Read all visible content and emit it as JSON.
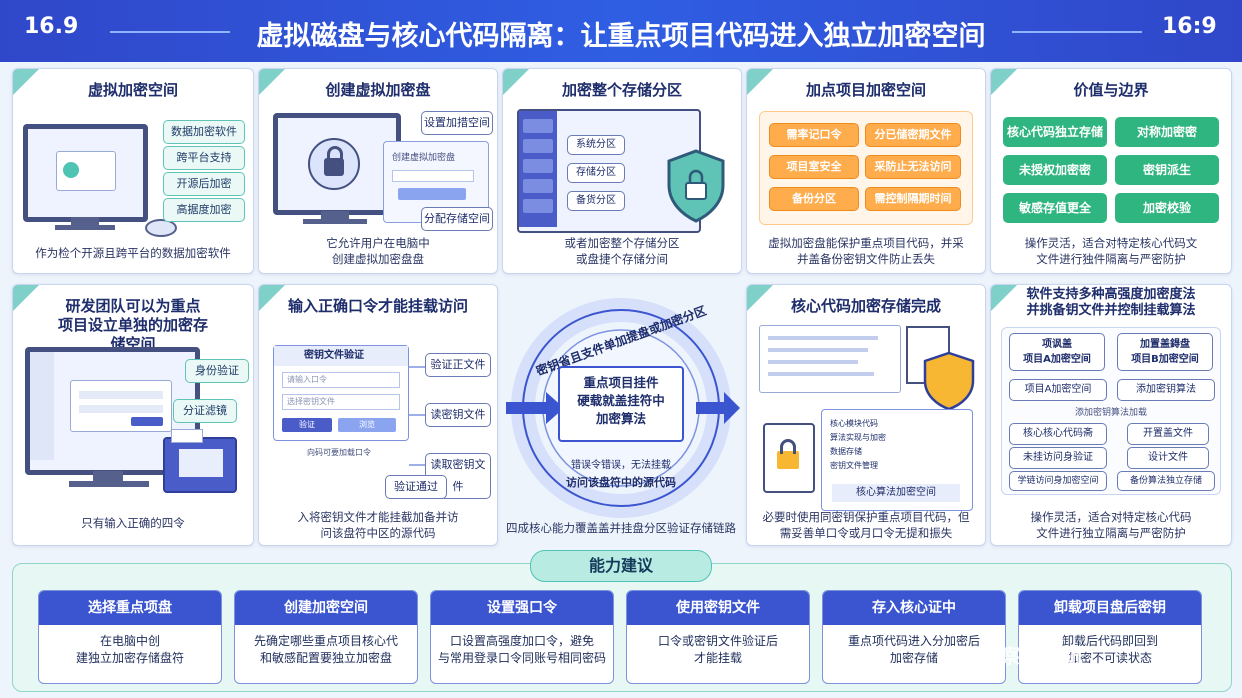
{
  "header": {
    "left_badge": "16.9",
    "right_badge": "16:9",
    "title": "虚拟磁盘与核心代码隔离：让重点项目代码进入独立加密空间"
  },
  "panels": {
    "p1": {
      "title": "虚拟加密空间",
      "caption": "作为检个开源且跨平台的数据加密软件",
      "chips": [
        "数据加密软件",
        "跨平台支持",
        "开源后加密",
        "高据度加密"
      ]
    },
    "p2": {
      "title": "创建虚拟加密盘",
      "caption": "它允许用户在电脑中\n创建虚拟加密盘盘",
      "window_title": "设置加措空间",
      "window_sub": "创建虚拟加密盘",
      "chip": "分配存储空间"
    },
    "p3": {
      "title": "加密整个存储分区",
      "caption": "或者加密整个存储分区\n或盘捷个存储分间",
      "rows": [
        "系统分区",
        "存储分区",
        "备货分区"
      ]
    },
    "p4": {
      "title": "加点项目加密空间",
      "caption": "虚拟加密盘能保护重点项目代码，并采\n并盖备份密钥文件防止丢失",
      "chips": [
        "需率记口令",
        "分已储密期文件",
        "项目室安全",
        "采防止无法访问",
        "备份分区",
        "需控制隔期时间"
      ]
    },
    "p5": {
      "title": "价值与边界",
      "caption": "操作灵活，适合对特定核心代码文\n文件进行独件隔离与严密防护",
      "chips": [
        "核心代码独立存储",
        "对称加密密",
        "未授权加密密",
        "密钥派生",
        "敏感存值更全",
        "加密校验"
      ]
    },
    "p6": {
      "title": "研发团队可以为重点\n项目设立单独的加密存\n储空间",
      "caption": "只有输入正确的四令",
      "chips": [
        "身份验证",
        "分证滤镜"
      ]
    },
    "p7": {
      "title": "输入正确口令才能挂载访问",
      "caption": "入将密钥文件才能挂截加备并访\n问该盘符中区的源代码",
      "dialog_title": "密钥文件验证",
      "dialog_ph1": "请输入口令",
      "dialog_ph2": "选择密钥文件",
      "dialog_btn1": "验证",
      "dialog_btn2": "浏览",
      "chips": [
        "验证正文件",
        "读密钥文件",
        "读取密钥文件",
        "验证通过"
      ],
      "note": "向码可要加载口令"
    },
    "center": {
      "ring_top": "密钥省且支件单加提盘或加密分区",
      "core": "重点项目挂件\n硬载就盖挂符中\n加密算法",
      "ring_bottom1": "错误令错误，无法挂载",
      "ring_bottom2": "访问该盘符中的源代码",
      "caption": "四成核心能力覆盖盖并挂盘分区验证存储链路"
    },
    "p8": {
      "title": "核心代码加密存储完成",
      "caption": "必要时使用同密钥保护重点项目代码，但\n需妥善单口令或月口令无提和振失",
      "list_title": "核心算法加密空间",
      "list_items": [
        "核心模块代码",
        "算法实现与加密",
        "数据存储",
        "密钥文件管理"
      ]
    },
    "p9": {
      "title": "软件支持多种高强度加密度法\n并挑备钥文件并控制挂载算法",
      "caption": "操作灵活，适合对特定核心代码\n文件进行独立隔离与严密防护",
      "boxes": [
        "项讽盖\n项目A加密空间",
        "加置盖鍀盘\n项目B加密空间",
        "项目A加密空间",
        "添加密钥算法",
        "核心核心代码斋",
        "未挂访问身验证",
        "开置盖文件",
        "设计文件",
        "学链访问身加密空间",
        "备份算法独立存储"
      ],
      "mid": "添加密钥算法加载"
    }
  },
  "bottom": {
    "title": "能力建议",
    "cards": [
      {
        "head": "选择重点项盘",
        "body": "在电脑中创\n建独立加密存储盘符"
      },
      {
        "head": "创建加密空间",
        "body": "先确定哪些重点项目核心代\n和敏感配置要独立加密盘"
      },
      {
        "head": "设置强口令",
        "body": "口设置高强度加口令，避免\n与常用登录口令同账号相同密码"
      },
      {
        "head": "使用密钥文件",
        "body": "口令或密钥文件验证后\n才能挂载"
      },
      {
        "head": "存入核心证中",
        "body": "重点项代码进入分加密后\n加密存储"
      },
      {
        "head": "卸载项目盘后密钥",
        "body": "卸载后代码即回到\n加密不可读状态"
      }
    ]
  },
  "watermark": "@洞察说系统",
  "colors": {
    "header": "#3047c9",
    "accent_teal": "#5fc4b5",
    "accent_orange": "#ffac4d",
    "accent_green": "#2fb57f",
    "card_head": "#3a55cf"
  }
}
